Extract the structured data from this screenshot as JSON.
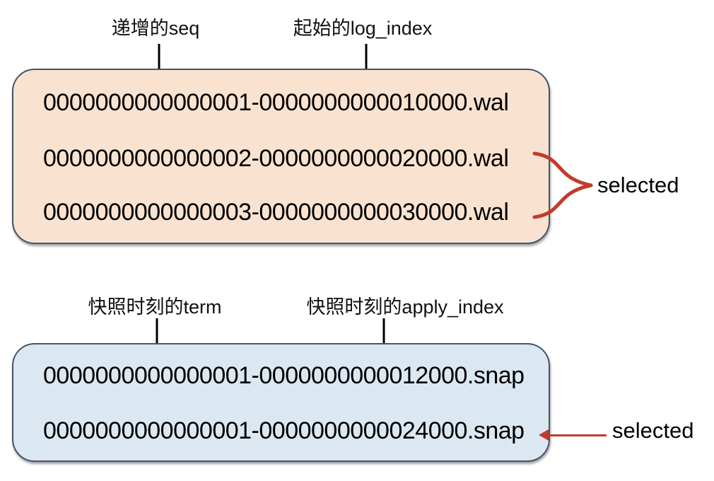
{
  "colors": {
    "wal_box_fill": "#f9e3d0",
    "snap_box_fill": "#dce8f1",
    "box_border": "#44546a",
    "accent_red": "#c23b2a",
    "text_color": "#111111"
  },
  "wal_section": {
    "seq_label": "递增的seq",
    "log_index_label": "起始的log_index",
    "files": [
      "0000000000000001-0000000000010000.wal",
      "0000000000000002-0000000000020000.wal",
      "0000000000000003-0000000000030000.wal"
    ],
    "selected_label": "selected"
  },
  "snap_section": {
    "term_label": "快照时刻的term",
    "apply_index_label": "快照时刻的apply_index",
    "files": [
      "0000000000000001-0000000000012000.snap",
      "0000000000000001-0000000000024000.snap"
    ],
    "selected_label": "selected"
  },
  "icons": {
    "down_arrow": "black downward arrow",
    "curly_brace": "red right-pointing curly brace",
    "left_arrow": "red leftward arrow"
  }
}
